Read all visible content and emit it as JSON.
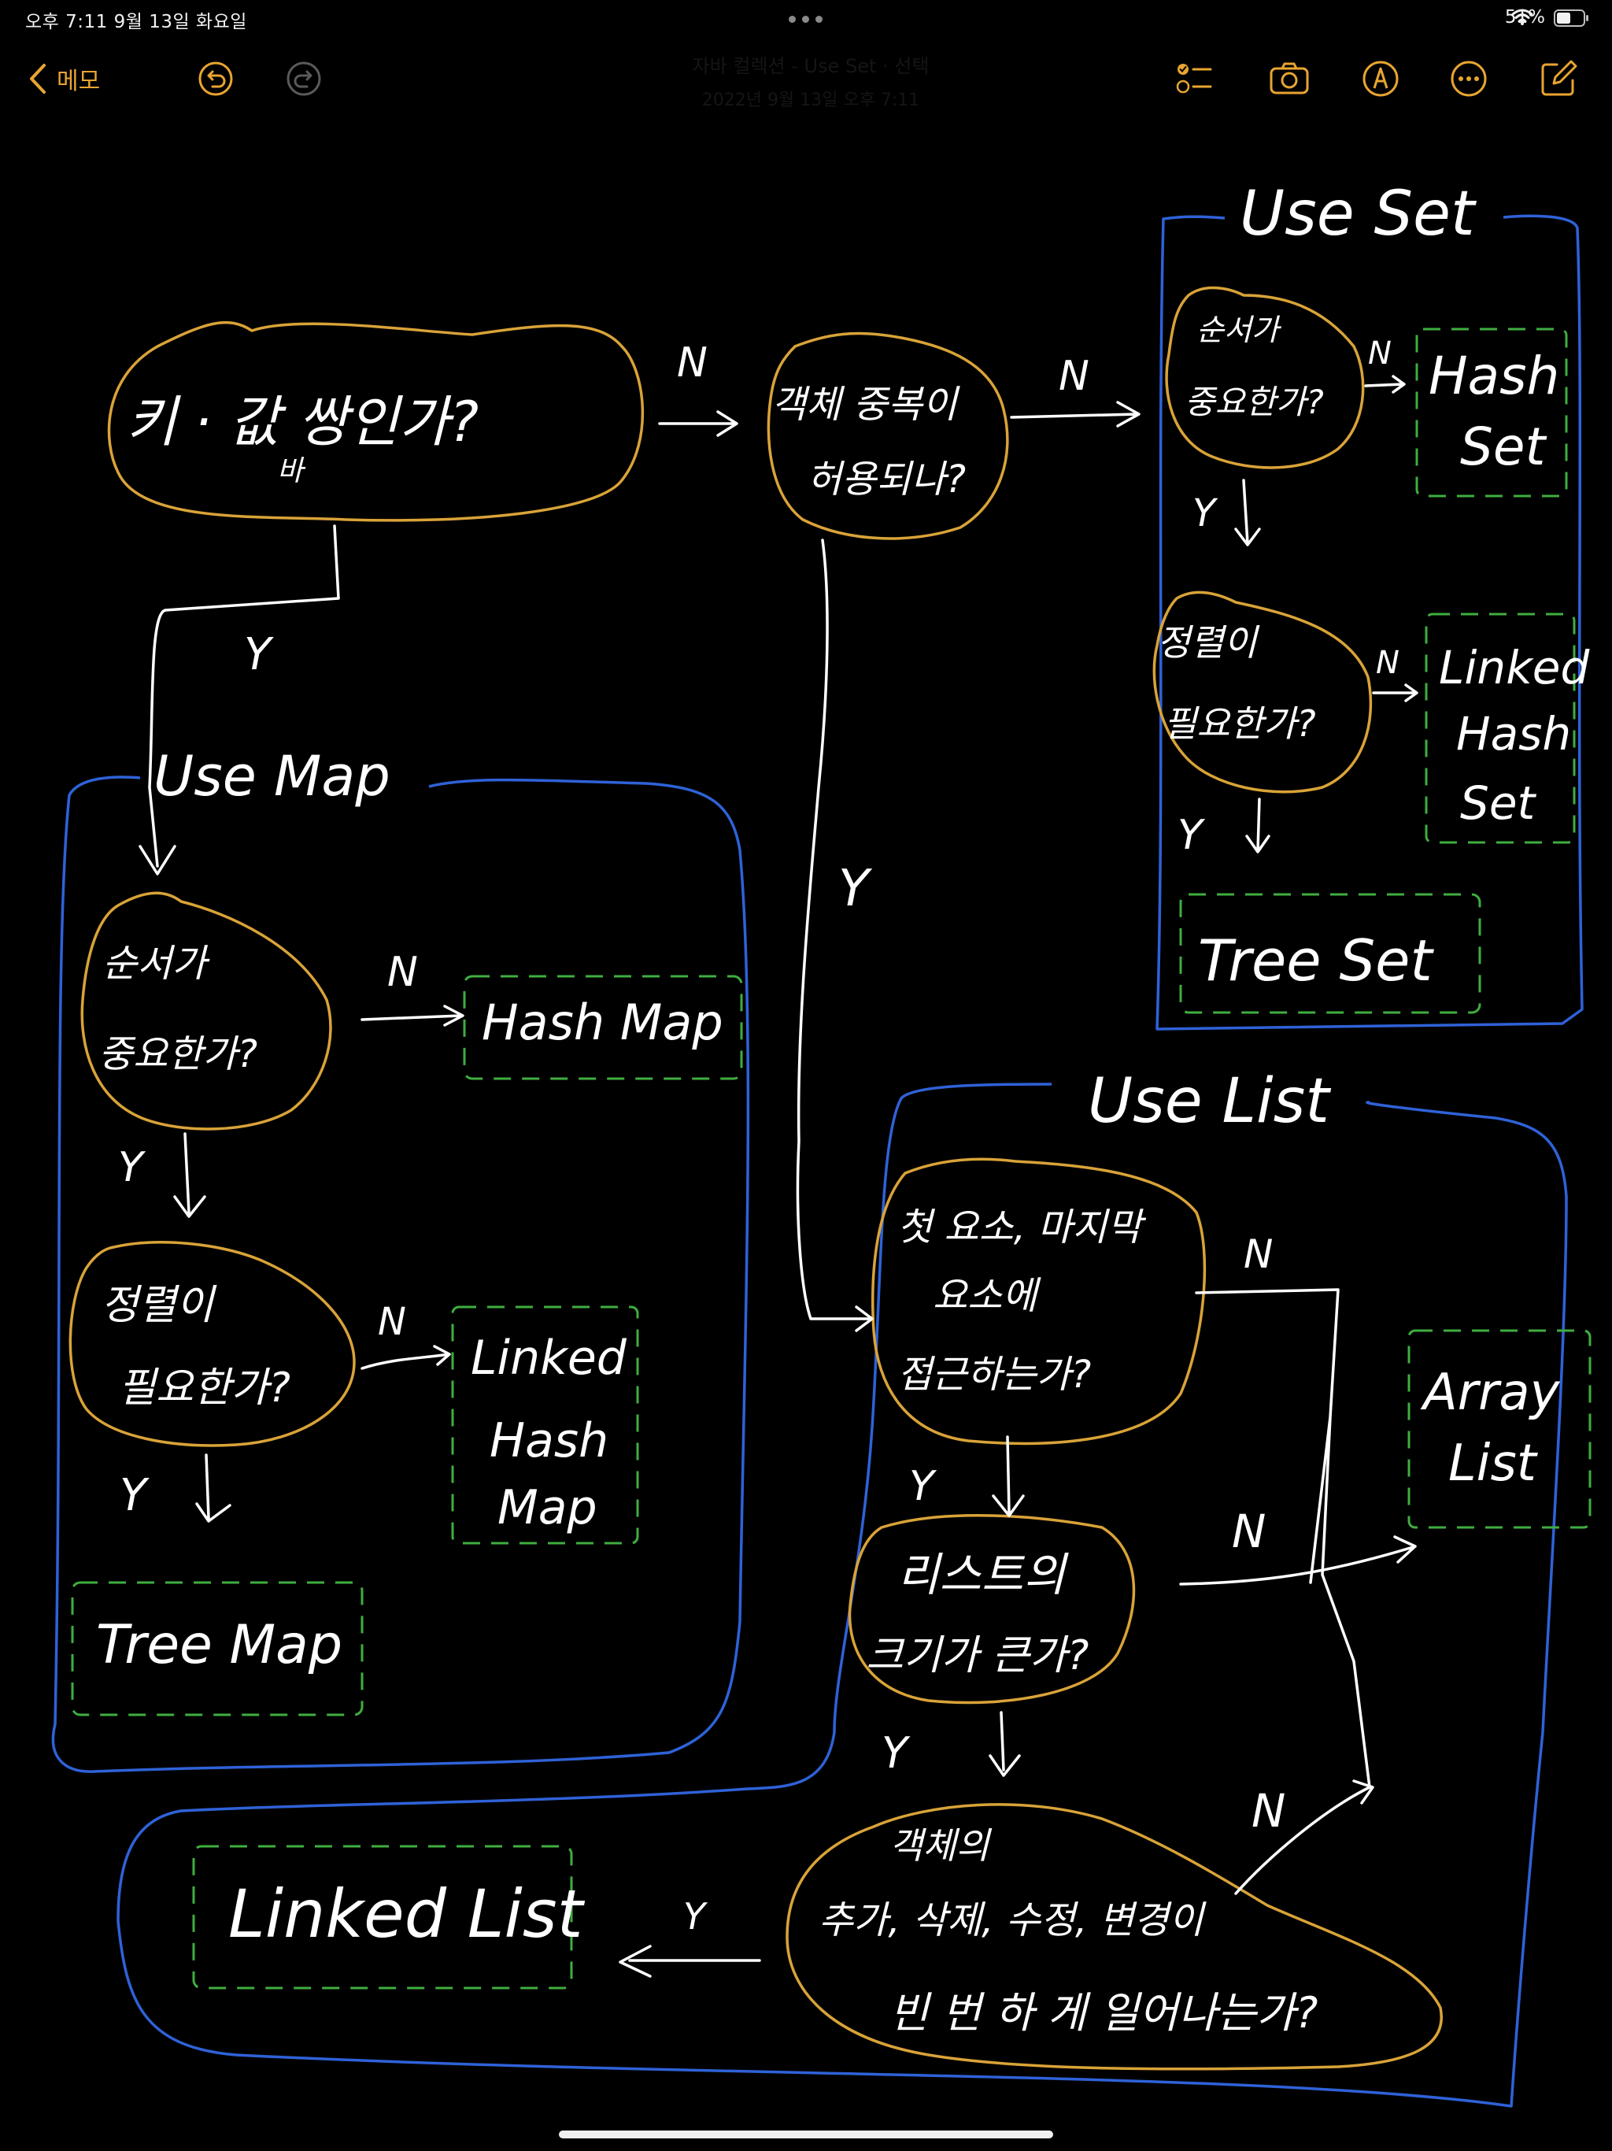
{
  "status_bar": {
    "time": "오후 7:11   9월 13일 화요일",
    "battery": "51%"
  },
  "toolbar": {
    "back_label": "메모",
    "title": "자바 컬렉션 - Use Set · 선택",
    "subtitle": "2022년 9월 13일 오후 7:11",
    "icons": [
      "undo-icon",
      "redo-icon",
      "checklist-icon",
      "camera-icon",
      "markup-pen-icon",
      "more-icon",
      "compose-icon"
    ]
  },
  "drawing": {
    "colors": {
      "accent": "#e8a531",
      "question_outline": "#d9a338",
      "group_outline": "#2f62d8",
      "result_outline": "#3fae3f",
      "ink": "#ffffff"
    },
    "q_key_value": "키 · 값 쌍인가?",
    "q_key_value_small": "바",
    "q_duplicate_1": "객체 중복이",
    "q_duplicate_2": "허용되나?",
    "use_set": "Use Set",
    "use_map": "Use Map",
    "use_list": "Use List",
    "q_order_1": "순서가",
    "q_order_2": "중요한가?",
    "q_sort_1": "정렬이",
    "q_sort_2": "필요한가?",
    "q_access_1": "첫 요소, 마지막",
    "q_access_2": "요소에",
    "q_access_3": "접근하는가?",
    "q_size_1": "리스트의",
    "q_size_2": "크기가 큰가?",
    "q_modify_1": "객체의",
    "q_modify_2": "추가, 삭제, 수정, 변경이",
    "q_modify_3": "빈 번 하 게 일어나는가?",
    "hash_set_1": "Hash",
    "hash_set_2": "Set",
    "linked_hash_set_1": "Linked",
    "linked_hash_set_2": "Hash",
    "linked_hash_set_3": "Set",
    "tree_set": "Tree Set",
    "hash_map": "Hash Map",
    "linked_hash_map_1": "Linked",
    "linked_hash_map_2": "Hash",
    "linked_hash_map_3": "Map",
    "tree_map": "Tree Map",
    "array_list_1": "Array",
    "array_list_2": "List",
    "linked_list": "Linked List",
    "yes": "Y",
    "no": "N"
  }
}
